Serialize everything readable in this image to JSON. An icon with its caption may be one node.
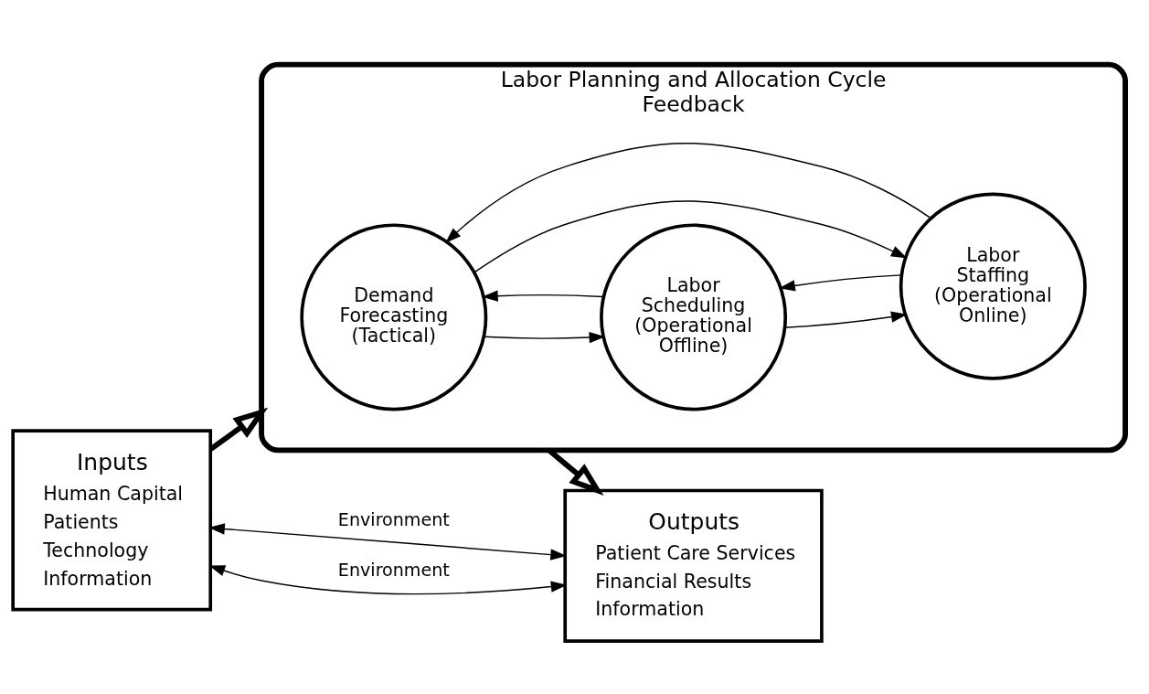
{
  "diagram": {
    "nodes": [
      {
        "text": [
          "Inputs",
          "Human Capital",
          "Patients",
          "Technology",
          "Information"
        ]
      },
      {
        "text": [
          "Labor Planning and Allocation Cycle",
          "Feedback"
        ]
      },
      {
        "text": [
          "Demand Forecasting (Tactical)"
        ],
        "in": 1
      },
      {
        "text": [
          "Labor Scheduling (Operational Offline)"
        ],
        "in": 1
      },
      {
        "text": [
          "Labor Staffing (Operational Online)"
        ],
        "in": 1
      },
      {
        "text": [
          "Outputs",
          "Patient Care Services",
          "Financial Results",
          "Information"
        ]
      }
    ],
    "edges": [
      {
        "from": 0,
        "to": 1,
        "arrow": "to",
        "style": "thick"
      },
      {
        "from": 1,
        "to": 5,
        "arrow": "to",
        "style": "thick"
      },
      {
        "from": 2,
        "to": 3,
        "arrow": "to"
      },
      {
        "from": 3,
        "to": 2,
        "arrow": "to"
      },
      {
        "from": 2,
        "to": 4,
        "arrow": "to"
      },
      {
        "from": 4,
        "to": 2,
        "arrow": "to"
      },
      {
        "from": 4,
        "to": 3,
        "arrow": "to"
      },
      {
        "from": 3,
        "to": 4,
        "arrow": "to"
      },
      {
        "from": 0,
        "to": 5,
        "arrow": "both",
        "label": "Environment"
      },
      {
        "from": 0,
        "to": 5,
        "arrow": "both",
        "label": "Environment"
      }
    ]
  }
}
